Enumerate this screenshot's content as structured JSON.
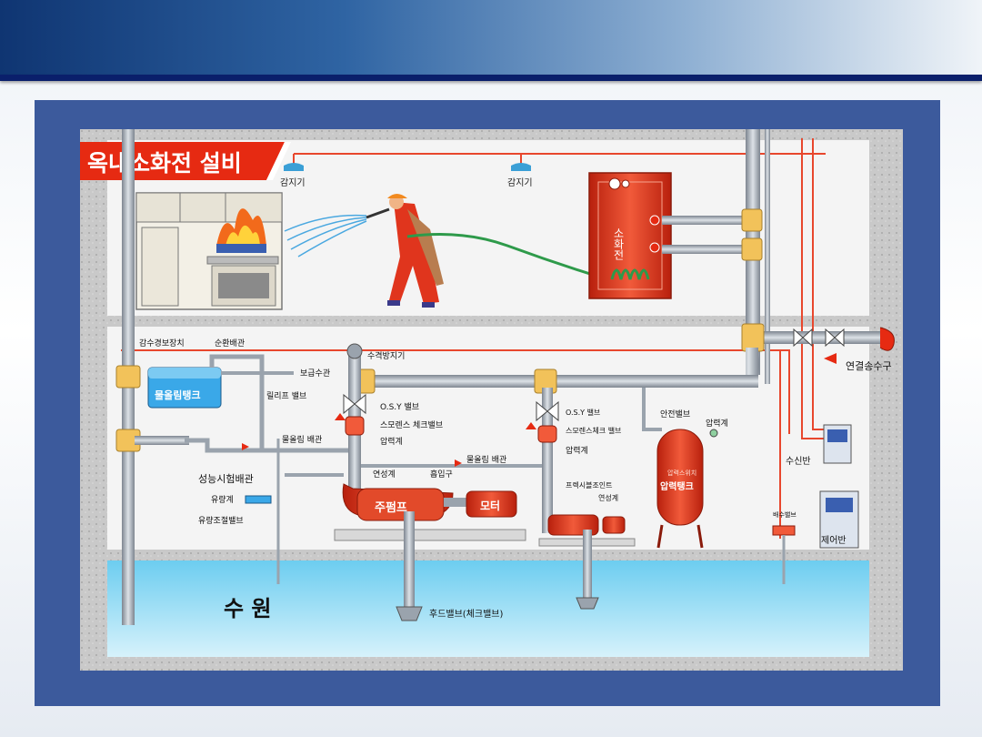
{
  "diagram": {
    "title": "옥내소화전 설비",
    "labels": {
      "detector_1": "감지기",
      "detector_2": "감지기",
      "hydrant_box": "소화전",
      "low_water_alarm": "감수경보장치",
      "overflow_pipe": "순환배관",
      "supply_pipe": "보급수관",
      "relief_valve": "릴리프 밸브",
      "priming_tank": "물올림탱크",
      "water_hammer": "수격방지기",
      "osy_valve_main": "O.S.Y 밸브",
      "check_valve_main": "스모렌스 체크밸브",
      "pressure_gauge_main": "압력계",
      "priming_pipe_1": "물올림 배관",
      "priming_pipe_2": "물올림 배관",
      "performance_test_pipe": "성능시험배관",
      "flow_meter": "유량계",
      "flow_control_valve": "유량조절밸브",
      "compound_gauge": "연성계",
      "suction_port": "흡입구",
      "main_pump": "주펌프",
      "motor": "모터",
      "osy_valve_jockey": "O.S.Y 밸브",
      "check_valve_jockey": "스모렌스체크 밸브",
      "pressure_gauge_jockey": "압력계",
      "flexible_joint": "프렉시블조인트",
      "compound_gauge_jockey": "연성계",
      "safety_valve": "안전밸브",
      "pressure_gauge_tank": "압력계",
      "pressure_tank": "압력탱크",
      "pressure_switch": "압력스위치",
      "fire_dept_connection": "연결송수구",
      "receiver_panel": "수신반",
      "control_panel": "제어반",
      "drain_valve": "배수밸브",
      "water_source": "수 원",
      "foot_valve": "후드밸브(체크밸브)"
    }
  },
  "colors": {
    "header_dark": "#0f3572",
    "frame": "#3c5a9c",
    "pipe": "#9aa3ad",
    "fitting": "#f2c25a",
    "red": "#e63a1e",
    "water": "#8fd6ef",
    "concrete": "#c9c9c9"
  }
}
